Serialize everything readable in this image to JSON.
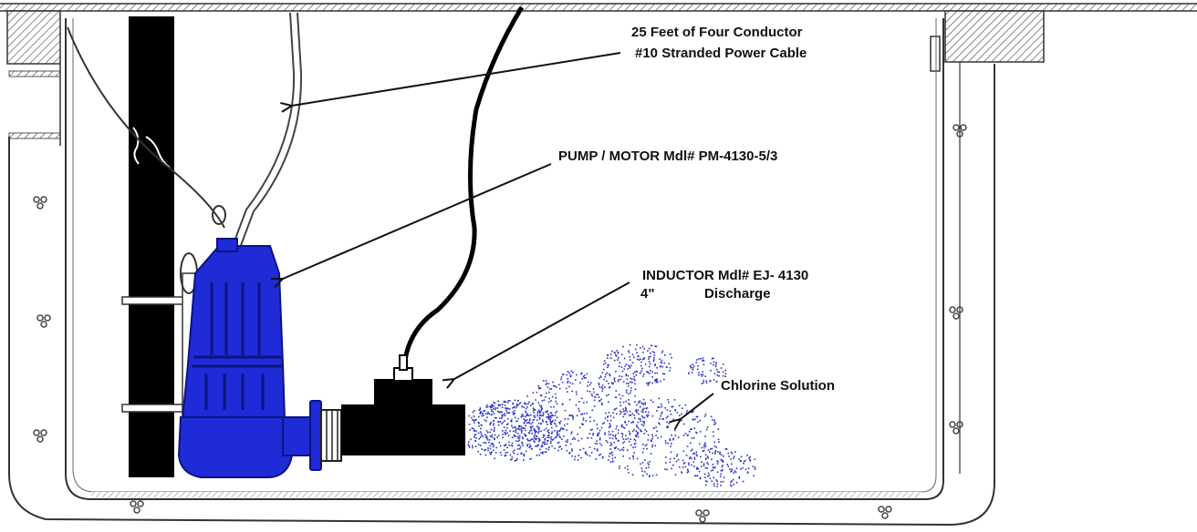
{
  "labels": {
    "cable": {
      "line1": "25 Feet of Four Conductor",
      "line2": "#10 Stranded Power Cable"
    },
    "pump": "PUMP / MOTOR Mdl# PM-4130-5/3",
    "inductor": {
      "line1": "INDUCTOR Mdl# EJ- 4130",
      "line2_size": "4\"",
      "line2_word": "Discharge"
    },
    "chlorine": "Chlorine Solution"
  },
  "colors": {
    "pump": "#1f2bd6",
    "pump_dark": "#0d1480",
    "inductor": "#000000",
    "spray": "#2a33c8",
    "outline": "#333333"
  }
}
